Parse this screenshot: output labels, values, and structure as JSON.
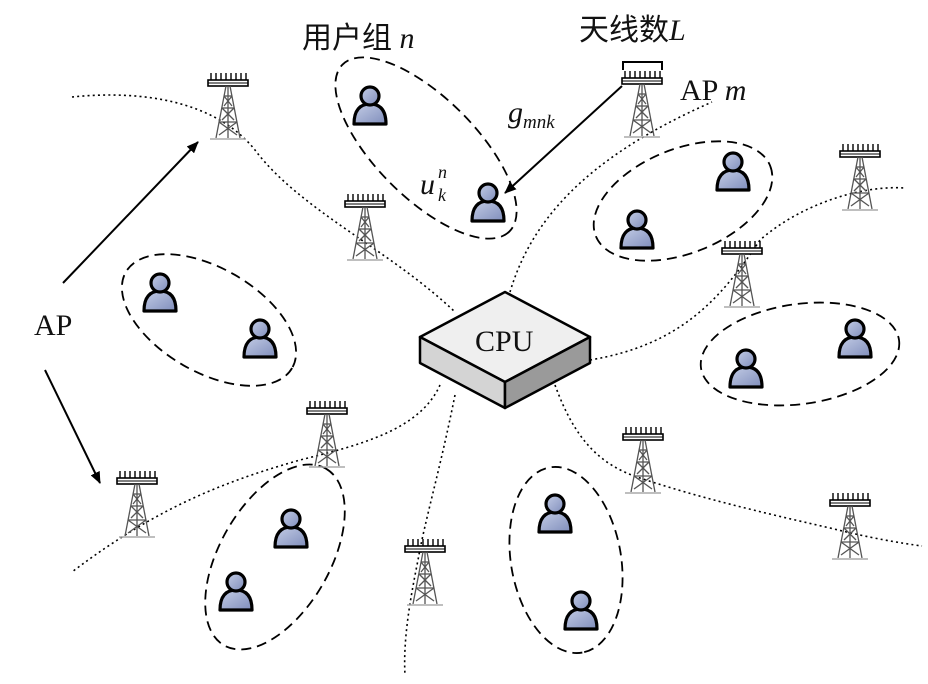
{
  "labels": {
    "cpu": "CPU",
    "ap_left": "AP",
    "ap_m": "AP",
    "ap_m_var": "m",
    "user_group": "用户组",
    "user_group_var": "n",
    "antenna_count": "天线数",
    "antenna_count_var": "L",
    "channel_g": "g",
    "channel_sub": "mnk",
    "user_u": "u",
    "user_sup": "n",
    "user_sub": "k"
  },
  "colors": {
    "line": "#000000",
    "user_fill": "#9aa6c9",
    "user_outline": "#000000",
    "cpu_top": "#efefef",
    "cpu_side_left": "#d4d4d4",
    "cpu_side_right": "#9a9a9a"
  },
  "icons": {
    "antenna": "antenna-tower-icon",
    "user": "user-icon",
    "cpu": "cpu-box-icon"
  }
}
